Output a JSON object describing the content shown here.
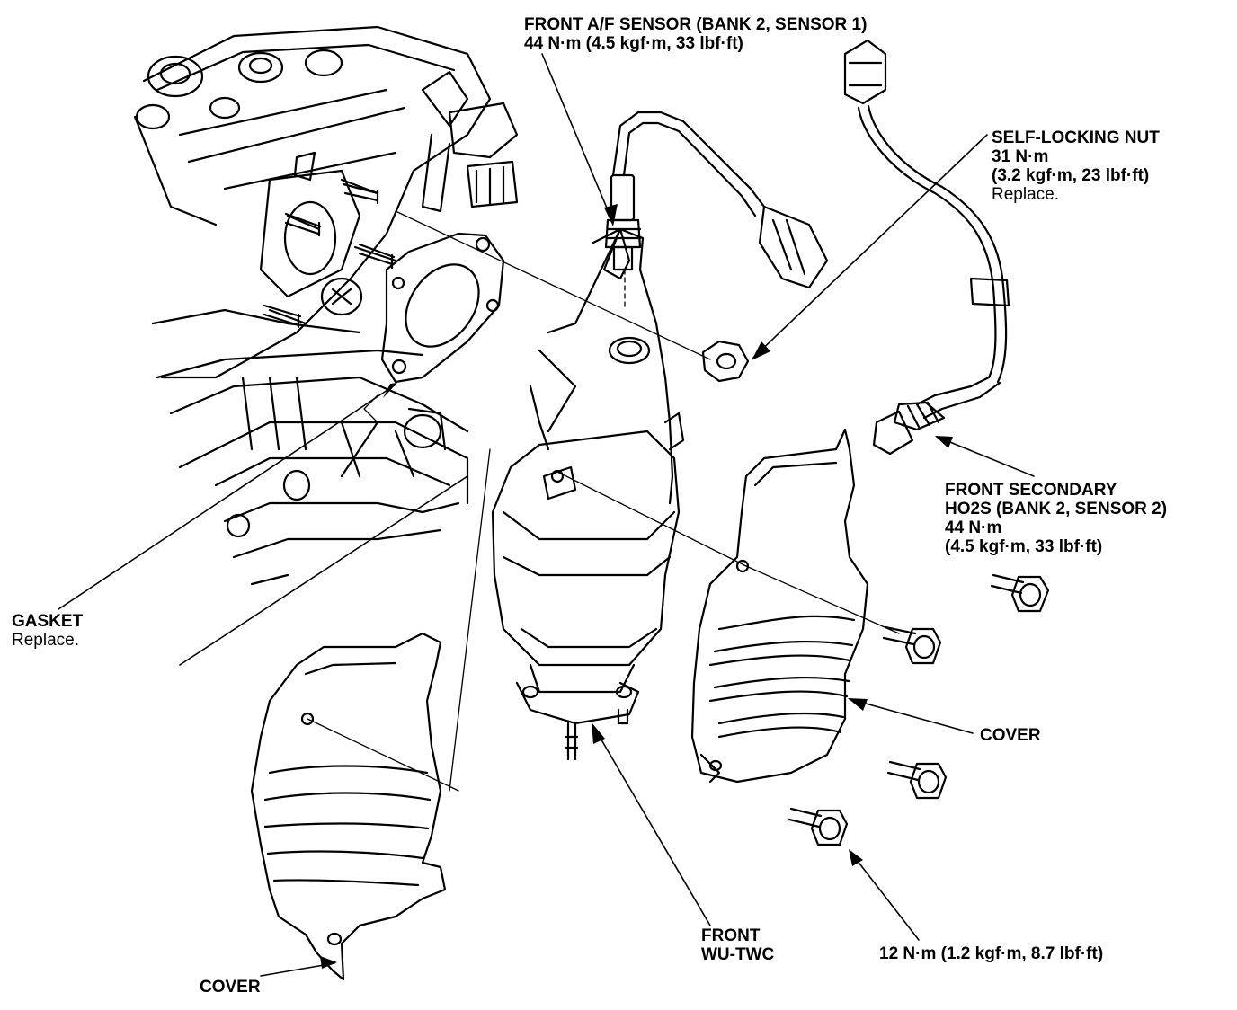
{
  "callouts": {
    "front_af_sensor": {
      "name": "FRONT A/F SENSOR (BANK 2, SENSOR 1)",
      "torque": "44 N·m (4.5 kgf·m, 33 lbf·ft)"
    },
    "self_locking_nut": {
      "name": "SELF-LOCKING NUT",
      "torque_nm": "31 N·m",
      "torque_alt": "(3.2 kgf·m, 23 lbf·ft)",
      "note": "Replace."
    },
    "front_secondary_ho2s": {
      "name_line1": "FRONT SECONDARY",
      "name_line2": "HO2S (BANK 2, SENSOR 2)",
      "torque_nm": "44 N·m",
      "torque_alt": "(4.5 kgf·m, 33 lbf·ft)"
    },
    "gasket": {
      "name": "GASKET",
      "note": "Replace."
    },
    "cover_right": {
      "name": "COVER"
    },
    "cover_left": {
      "name": "COVER"
    },
    "front_wu_twc": {
      "name_line1": "FRONT",
      "name_line2": "WU-TWC"
    },
    "bolt_torque": {
      "torque": "12 N·m (1.2 kgf·m, 8.7 lbf·ft)"
    }
  },
  "style": {
    "ink": "#000000",
    "background": "#ffffff"
  }
}
